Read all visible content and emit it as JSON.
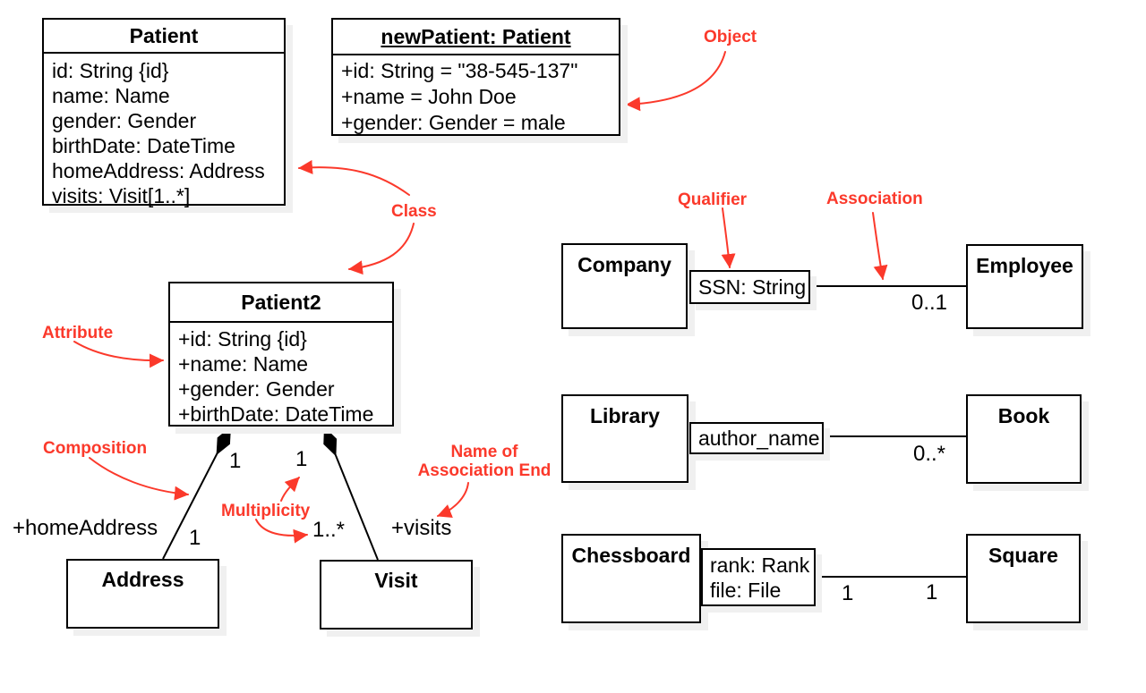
{
  "colors": {
    "annotation_red": "#fb392b",
    "line_black": "#000000",
    "shadow_gray": "#f0f0f0"
  },
  "classes": {
    "patient": {
      "title": "Patient",
      "attributes": [
        "id: String {id}",
        "name: Name",
        "gender: Gender",
        "birthDate: DateTime",
        "homeAddress: Address",
        "visits: Visit[1..*]"
      ]
    },
    "new_patient": {
      "title": "newPatient: Patient",
      "attributes": [
        "+id: String = \"38-545-137\"",
        "+name = John Doe",
        "+gender: Gender = male"
      ]
    },
    "patient2": {
      "title": "Patient2",
      "attributes": [
        "+id: String {id}",
        "+name: Name",
        "+gender: Gender",
        "+birthDate: DateTime"
      ]
    },
    "address": {
      "title": "Address"
    },
    "visit": {
      "title": "Visit"
    },
    "company": {
      "title": "Company"
    },
    "employee": {
      "title": "Employee"
    },
    "library": {
      "title": "Library"
    },
    "book": {
      "title": "Book"
    },
    "chessboard": {
      "title": "Chessboard"
    },
    "square": {
      "title": "Square"
    }
  },
  "qualifiers": {
    "company_employee": "SSN: String",
    "library_book": "author_name",
    "chessboard_square": [
      "rank: Rank",
      "file: File"
    ]
  },
  "multiplicities": {
    "patient2_address_upper": "1",
    "patient2_address_lower": "1",
    "patient2_visit_upper": "1",
    "patient2_visit_lower": "1..*",
    "company_employee": "0..1",
    "library_book": "0..*",
    "chessboard_side": "1",
    "square_side": "1"
  },
  "association_ends": {
    "home_address": "+homeAddress",
    "visits": "+visits"
  },
  "annotations": {
    "object": "Object",
    "class": "Class",
    "attribute": "Attribute",
    "composition": "Composition",
    "multiplicity": "Multiplicity",
    "association_end_line1": "Name of",
    "association_end_line2": "Association End",
    "qualifier": "Qualifier",
    "association": "Association"
  }
}
